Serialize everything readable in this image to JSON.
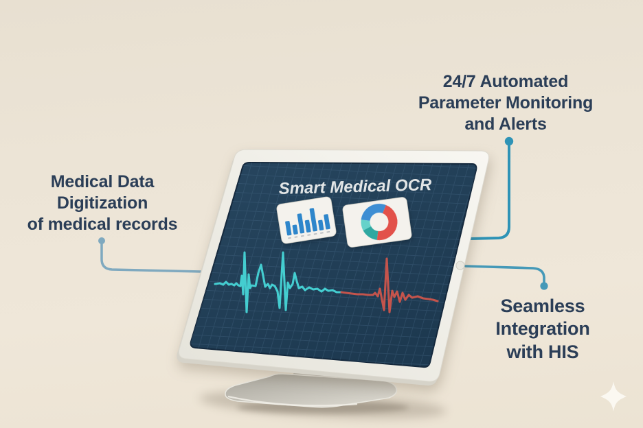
{
  "illustration": {
    "device": {
      "screen_title": "Smart Medical OCR",
      "screen_icons": {
        "bar_chart": {
          "name": "bar-chart-icon",
          "bar_heights": [
            21,
            14,
            29,
            18,
            34,
            15,
            22
          ]
        },
        "donut_chart": {
          "name": "donut-chart-icon",
          "segment_shares_pct": {
            "blue": 29,
            "red": 46,
            "teal_dark": 15,
            "teal_light": 10
          }
        },
        "ecg": {
          "name": "ecg-waveform",
          "left_trace": "teal",
          "right_trace": "red"
        }
      },
      "home_button": "home-button"
    },
    "callouts": {
      "left": {
        "lines": [
          "Medical Data",
          "Digitization",
          "of medical records"
        ]
      },
      "top_right": {
        "lines": [
          "24/7 Automated",
          "Parameter Monitoring",
          "and Alerts"
        ]
      },
      "bottom_right": {
        "lines": [
          "Seamless",
          "Integration",
          "with HIS"
        ]
      }
    },
    "decor": {
      "sparkle": "sparkle-icon"
    },
    "colors": {
      "background": "#ece4d6",
      "headline_text": "#2b3e57",
      "connector_left": "#7fa9bf",
      "connector_top": "#2e93b6",
      "connector_bottom": "#4599b8",
      "screen_navy": "#1f3b54",
      "screen_title_text": "#e2e5e6",
      "ecg_teal": "#44cdd0",
      "ecg_red": "#c4544c",
      "bar_blue": "#2e86cb",
      "tick_gray": "#b9bcc0",
      "donut_blue": "#3e8ed3",
      "donut_red": "#e2514a",
      "donut_teal_dark": "#2fa8a1",
      "donut_teal_light": "#66d2ca",
      "card_white": "#f4f2ed",
      "frame_white": "#f2f0ea"
    }
  }
}
